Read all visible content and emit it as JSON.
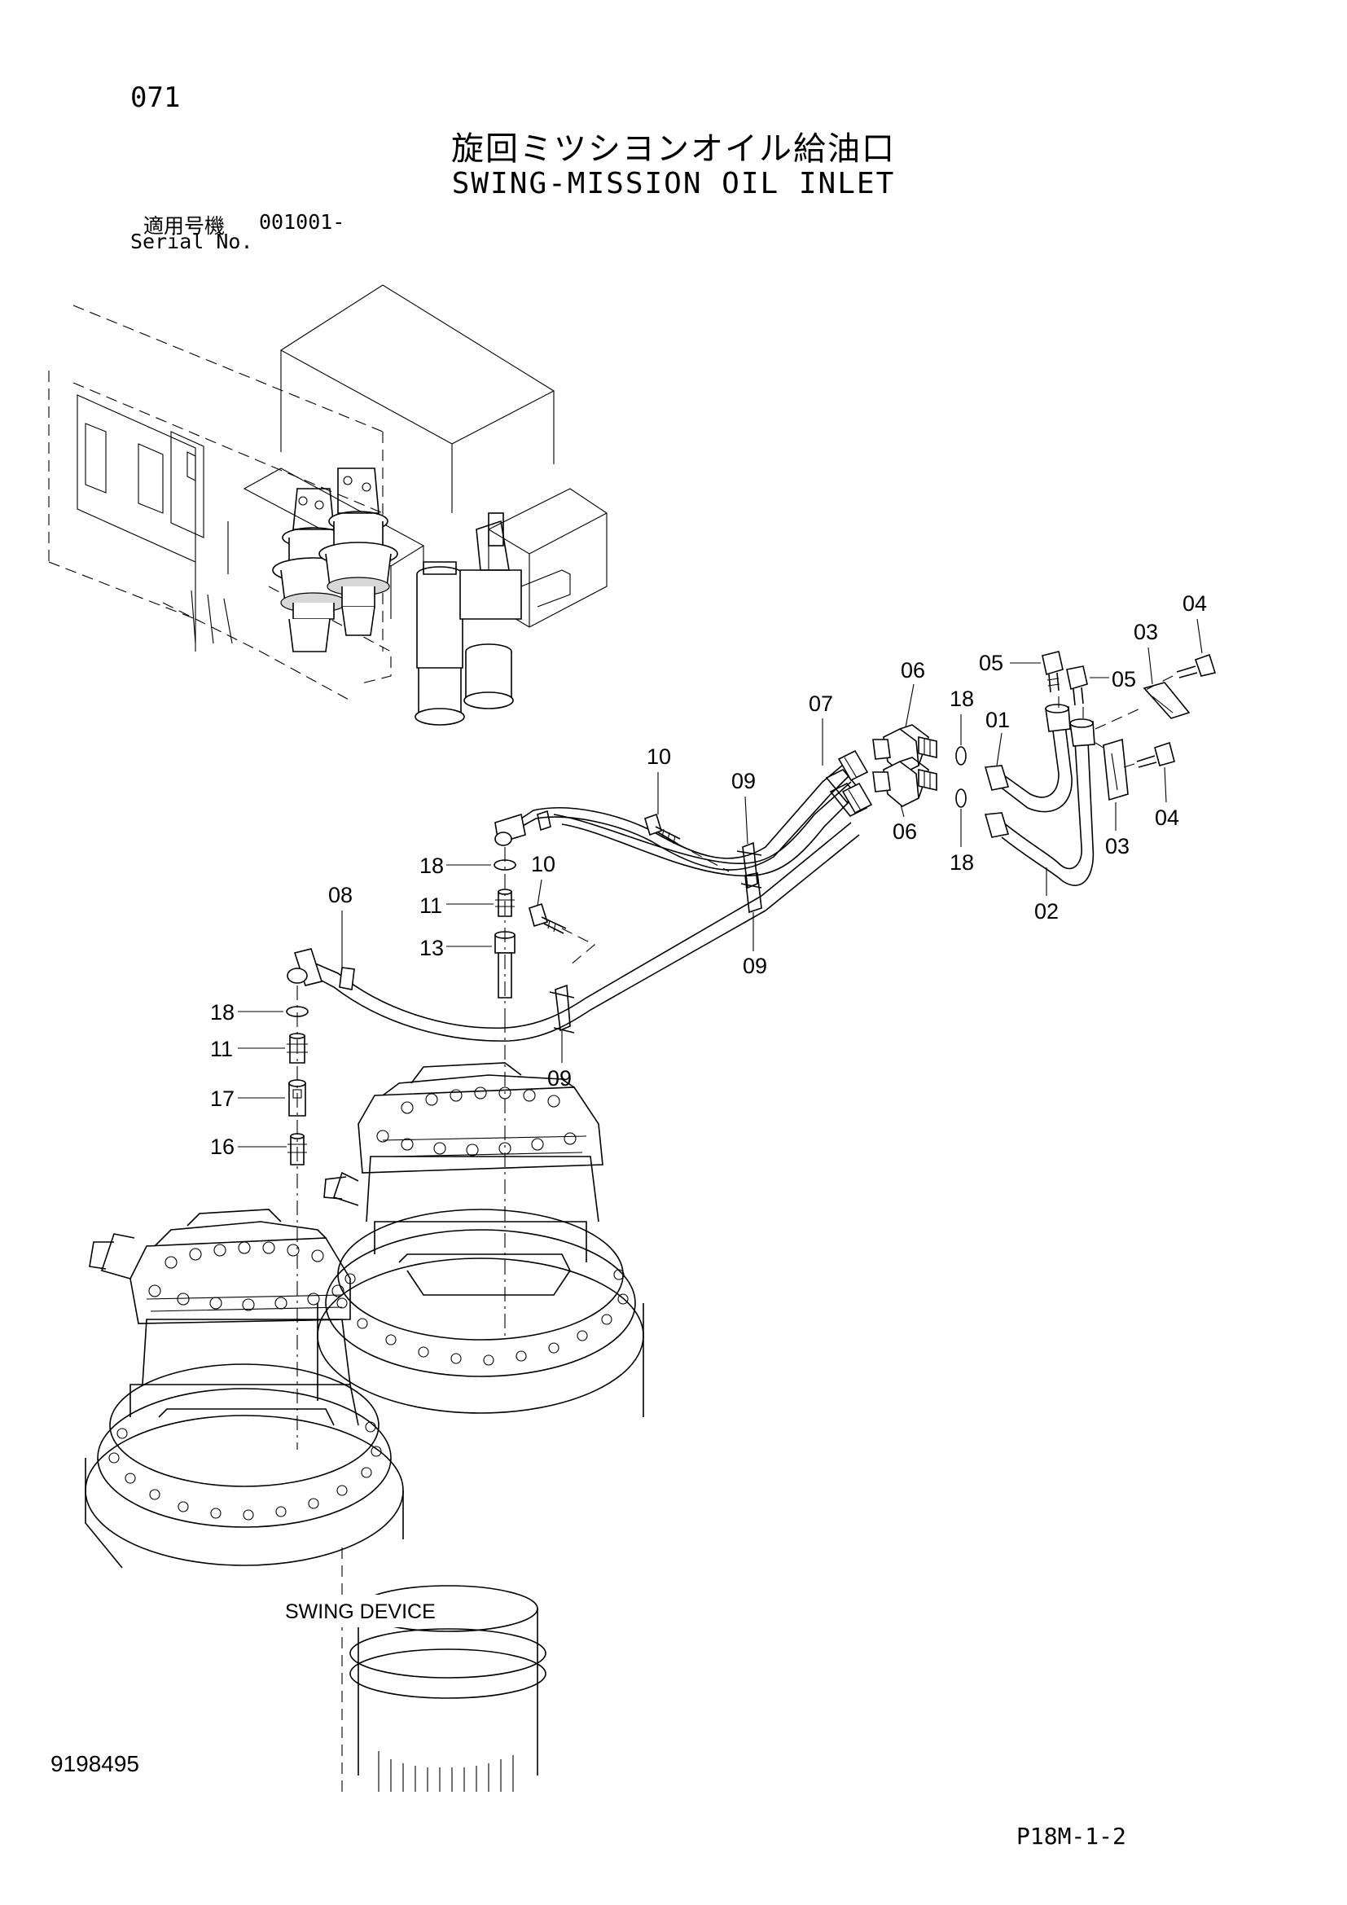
{
  "header": {
    "page_number": "071",
    "title_jp": "旋回ミツシヨンオイル給油口",
    "title_en": "SWING-MISSION OIL INLET",
    "serial_label_jp": "適用号機",
    "serial_number": "001001-",
    "serial_label_en": "Serial No."
  },
  "callouts": {
    "c01": "01",
    "c02": "02",
    "c03a": "03",
    "c03b": "03",
    "c04a": "04",
    "c04b": "04",
    "c05a": "05",
    "c05b": "05",
    "c06a": "06",
    "c06b": "06",
    "c07": "07",
    "c08": "08",
    "c09a": "09",
    "c09b": "09",
    "c09c": "09",
    "c10a": "10",
    "c10b": "10",
    "c11a": "11",
    "c11b": "11",
    "c13": "13",
    "c16": "16",
    "c17": "17",
    "c18a": "18",
    "c18b": "18",
    "c18c": "18",
    "c18d": "18"
  },
  "component_label": "SWING DEVICE",
  "footer": {
    "doc_number": "9198495",
    "page_code": "P18M-1-2"
  }
}
